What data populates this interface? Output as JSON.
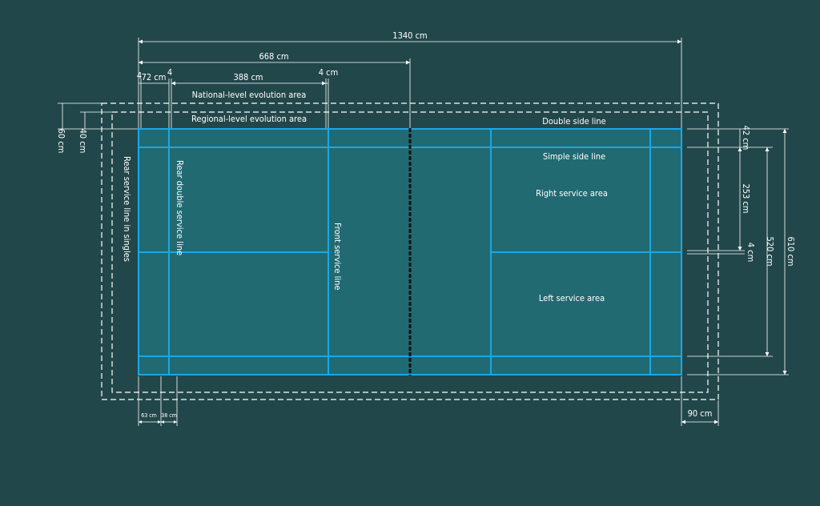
{
  "colors": {
    "background": "#22474a",
    "court_fill": "#216a72",
    "court_line": "#1aa7e6",
    "dimension_line": "#ffffff",
    "net": "#111111"
  },
  "areas": {
    "national": "National-level evolution area",
    "regional": "Regional-level evolution area"
  },
  "labels": {
    "double_side_line": "Double side line",
    "simple_side_line": "Simple side line",
    "right_service_area": "Right service area",
    "left_service_area": "Left service area",
    "rear_service_line_singles": "Rear service line in singles",
    "rear_double_service_line": "Rear double service line",
    "front_service_line": "Front service line"
  },
  "dimensions": {
    "total_length": "1340 cm",
    "half_length": "668 cm",
    "d4_left": "4",
    "d72": "72 cm",
    "d4_mid": "4",
    "d388": "388 cm",
    "d4_net": "4 cm",
    "d60": "60 cm",
    "d40": "40 cm",
    "d42": "42 cm",
    "d253": "253 cm",
    "d4_center": "4 cm",
    "d520": "520 cm",
    "d610": "610 cm",
    "d63": "63 cm",
    "d38": "38 cm",
    "d90": "90 cm"
  }
}
